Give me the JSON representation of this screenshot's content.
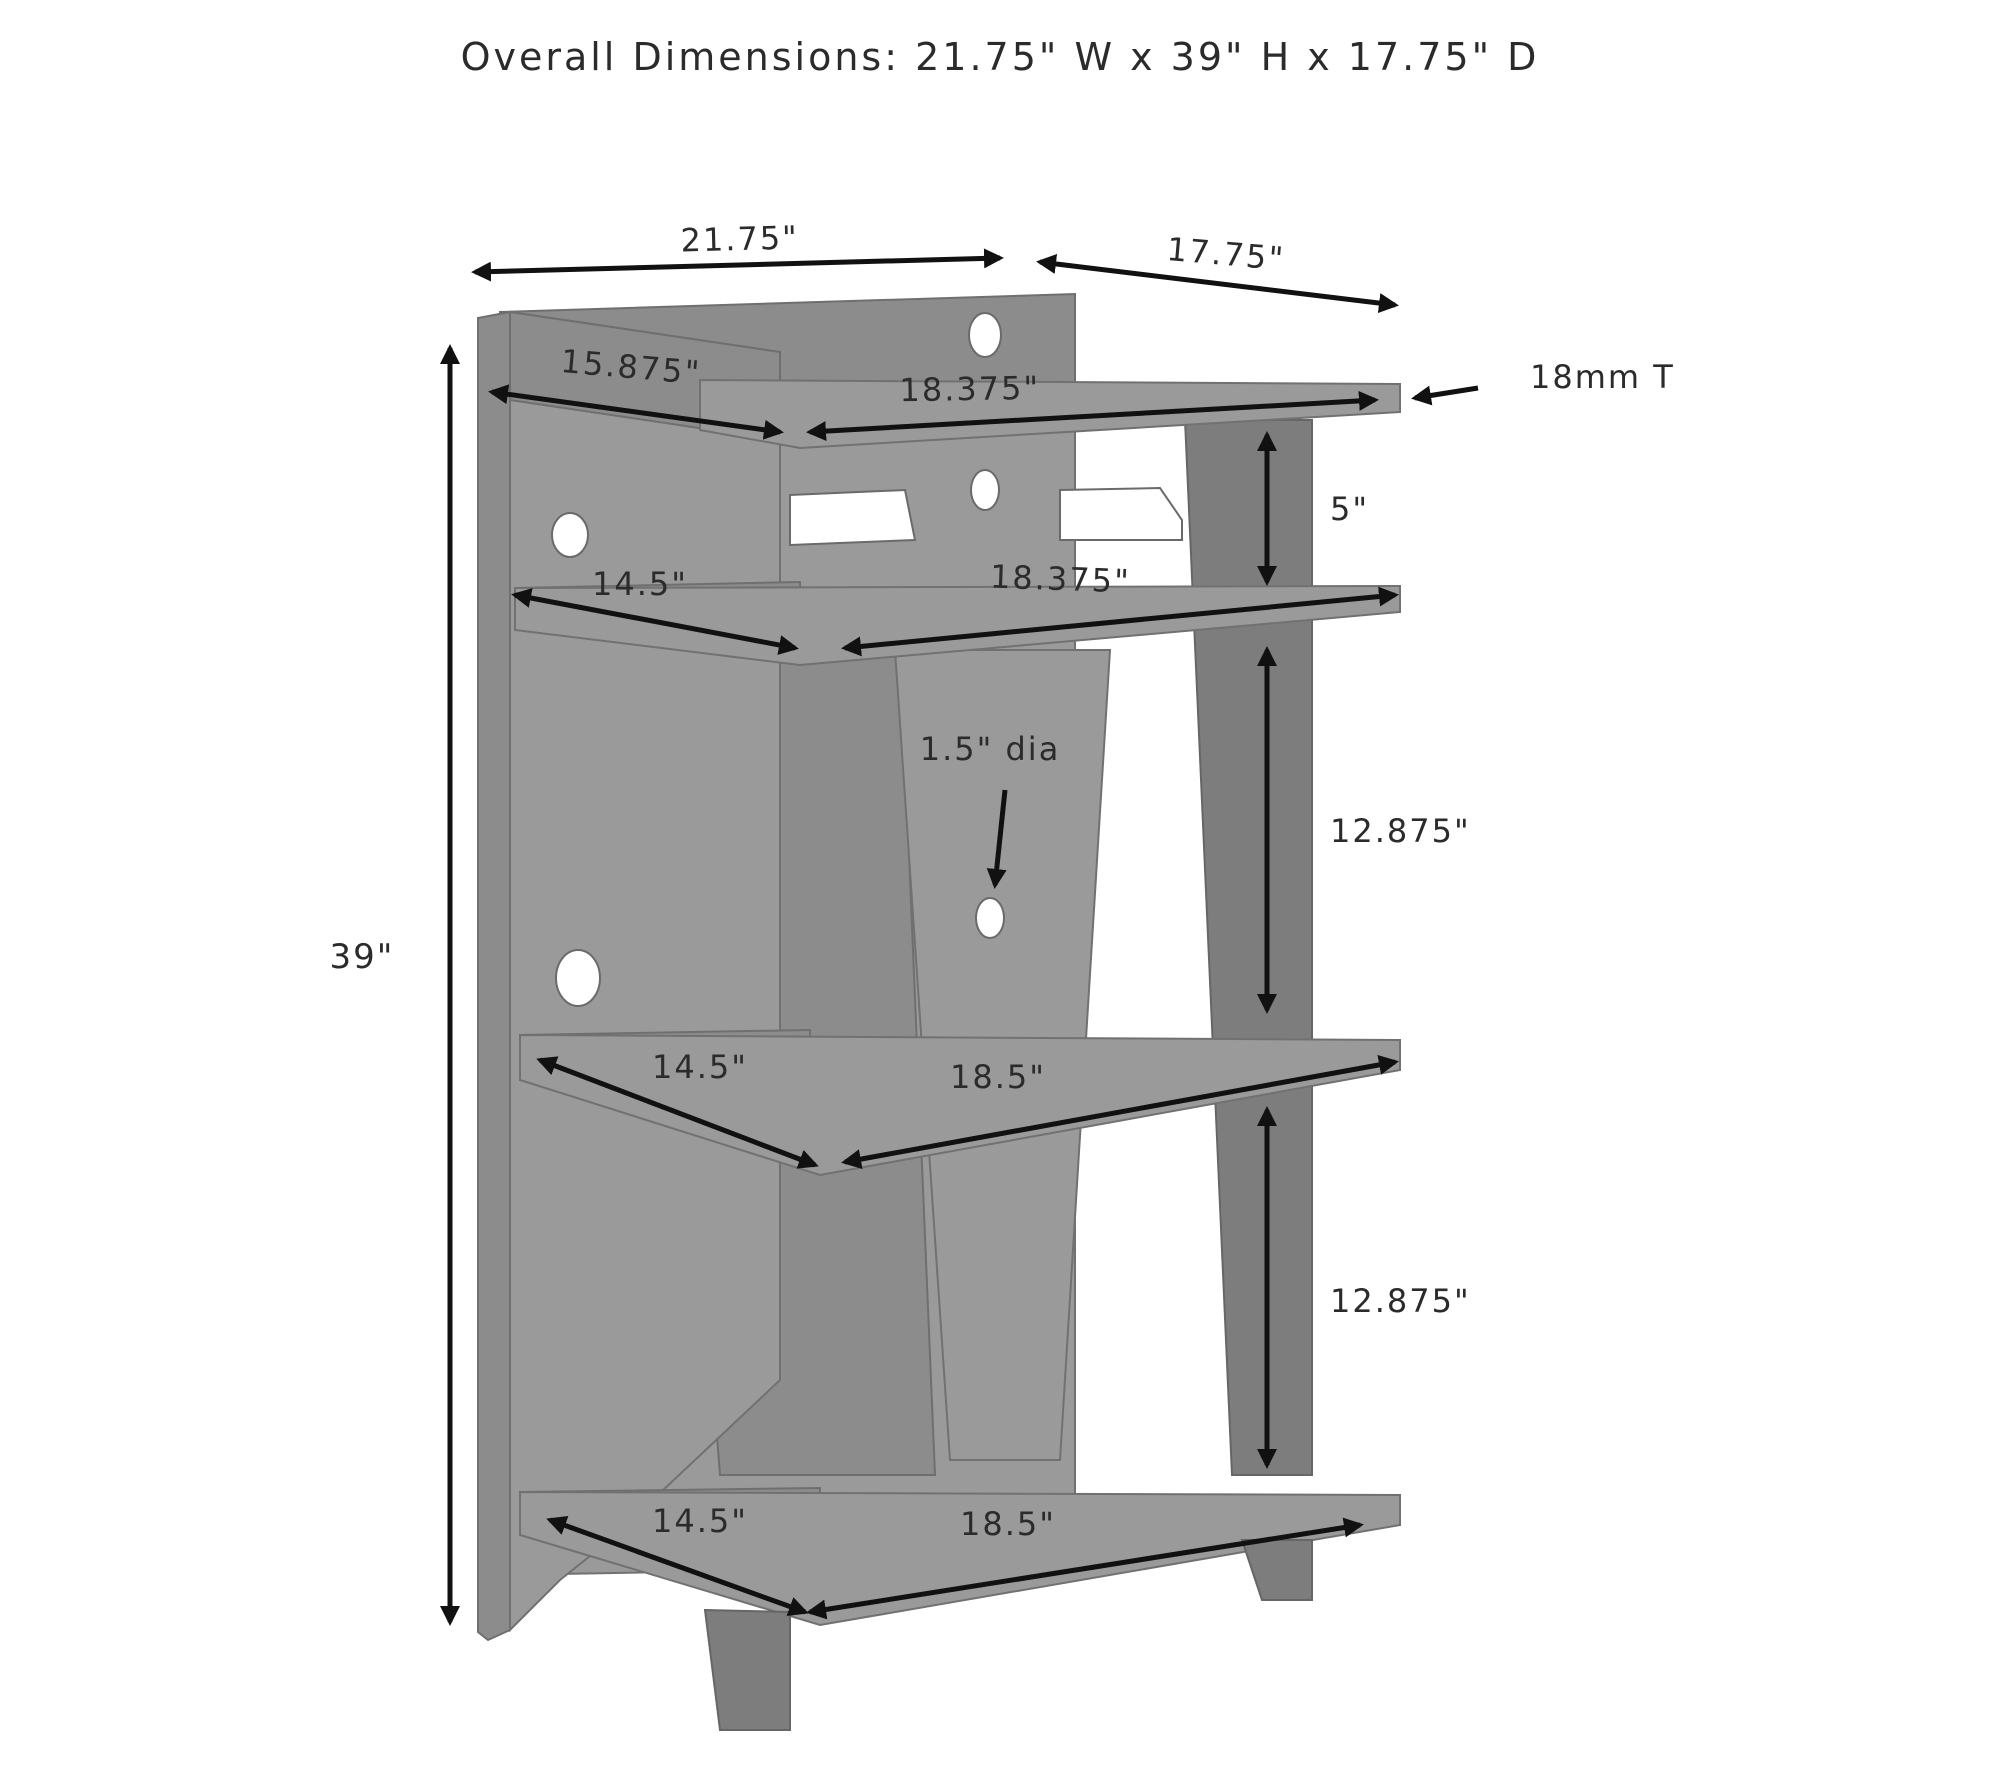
{
  "title": "Overall Dimensions: 21.75\" W x 39\" H x 17.75\" D",
  "dimensions": {
    "overall_width": "21.75\"",
    "overall_depth": "17.75\"",
    "overall_height": "39\"",
    "top_side_depth": "15.875\"",
    "top_shelf_width": "18.375\"",
    "thickness": "18mm T",
    "top_gap": "5\"",
    "second_shelf_depth": "14.5\"",
    "second_shelf_width": "18.375\"",
    "hole_diameter": "1.5\" dia",
    "middle_gap": "12.875\"",
    "third_shelf_depth": "14.5\"",
    "third_shelf_width": "18.5\"",
    "bottom_gap": "12.875\"",
    "bottom_shelf_depth": "14.5\"",
    "bottom_shelf_width": "18.5\""
  }
}
